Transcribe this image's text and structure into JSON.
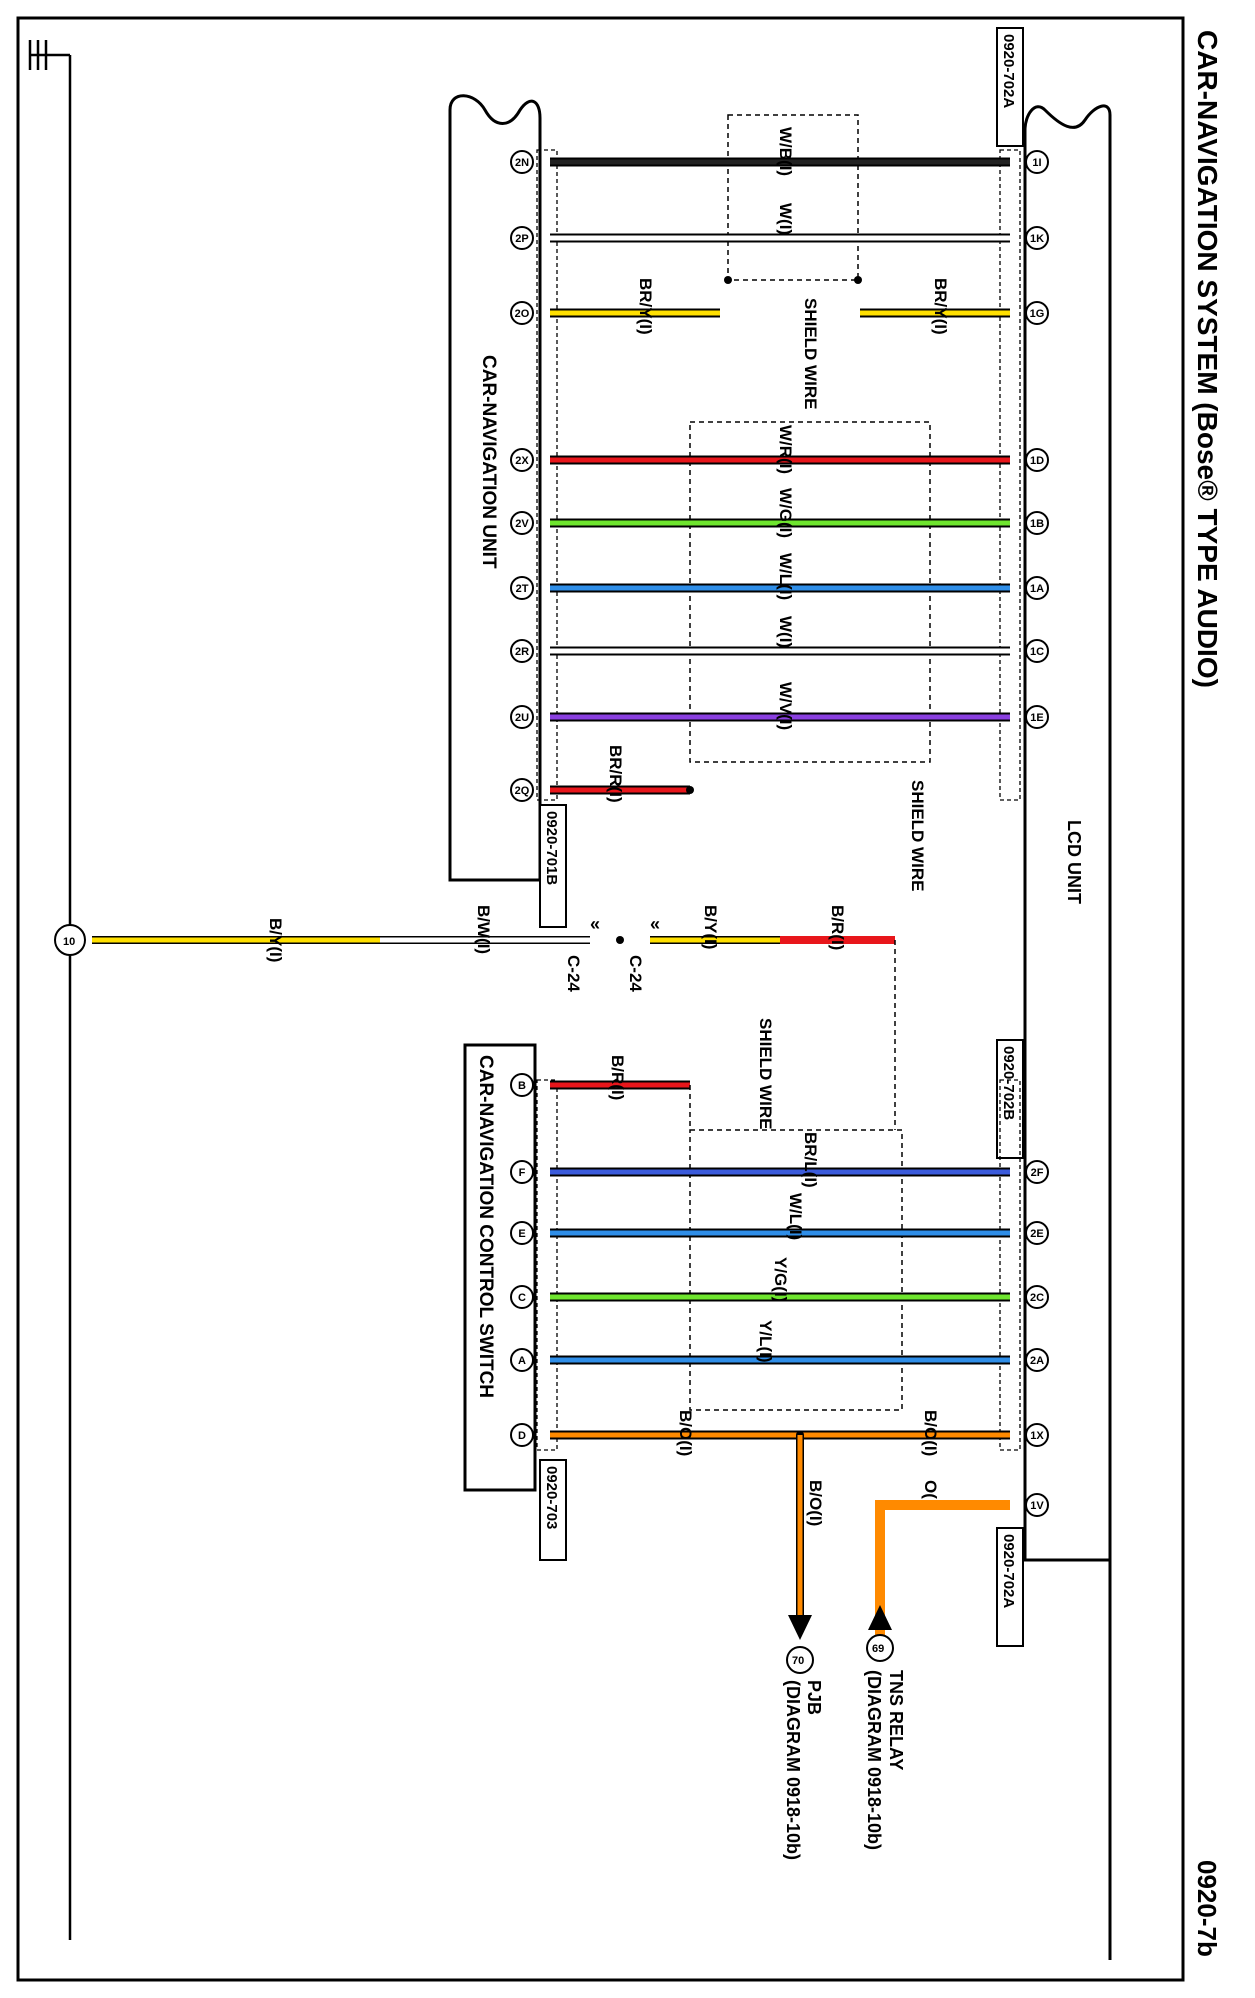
{
  "header": {
    "title": "CAR-NAVIGATION SYSTEM (Bose® TYPE AUDIO)",
    "page_code": "0920-7b"
  },
  "components": {
    "lcd_unit": "LCD UNIT",
    "nav_unit": "CAR-NAVIGATION UNIT",
    "control_switch": "CAR-NAVIGATION CONTROL SWITCH"
  },
  "connectors": {
    "c702a_top": "0920-702A",
    "c702b": "0920-702B",
    "c702a_bottom": "0920-702A",
    "c701b": "0920-701B",
    "c703": "0920-703",
    "c24_a": "C-24",
    "c24_b": "C-24"
  },
  "shield_labels": {
    "s1": "SHIELD WIRE",
    "s2": "SHIELD WIRE",
    "s3": "SHIELD WIRE"
  },
  "ground": {
    "node": "10"
  },
  "wires": [
    {
      "left_pin": "2N",
      "right_pin": "1I",
      "label": "W/B(I)",
      "color": "#222222"
    },
    {
      "left_pin": "2P",
      "right_pin": "1K",
      "label": "W(I)",
      "color": "#ffffff"
    },
    {
      "left_pin": "2O",
      "right_pin": "1G",
      "label_left": "BR/Y(I)",
      "label_right": "BR/Y(I)",
      "color": "#ffe000"
    },
    {
      "left_pin": "2X",
      "right_pin": "1D",
      "label": "W/R(I)",
      "color": "#e8161b"
    },
    {
      "left_pin": "2V",
      "right_pin": "1B",
      "label": "W/G(I)",
      "color": "#6ee52e"
    },
    {
      "left_pin": "2T",
      "right_pin": "1A",
      "label": "W/L(I)",
      "color": "#2f8ee8"
    },
    {
      "left_pin": "2R",
      "right_pin": "1C",
      "label": "W(I)",
      "color": "#ffffff"
    },
    {
      "left_pin": "2U",
      "right_pin": "1E",
      "label": "W/V(I)",
      "color": "#8a3fe0"
    },
    {
      "left_pin": "2Q",
      "label": "BR/R(I)",
      "color": "#e8161b"
    }
  ],
  "ground_wire": {
    "seg1": "B/Y(I)",
    "seg2": "B/W(I)",
    "seg3": "B/Y(I)",
    "seg4": "B/R(I)"
  },
  "switch_wires": [
    {
      "left_pin": "B",
      "label": "B/R(I)",
      "color": "#e8161b"
    },
    {
      "left_pin": "F",
      "right_pin": "2F",
      "label": "BR/L(I)",
      "color": "#3b5bdb"
    },
    {
      "left_pin": "E",
      "right_pin": "2E",
      "label": "W/L(I)",
      "color": "#2f8ee8"
    },
    {
      "left_pin": "C",
      "right_pin": "2C",
      "label": "Y/G(I)",
      "color": "#6ee52e"
    },
    {
      "left_pin": "A",
      "right_pin": "2A",
      "label": "Y/L(I)",
      "color": "#2f8ee8"
    },
    {
      "left_pin": "D",
      "right_pin": "1X",
      "label_left": "B/O(I)",
      "label_right": "B/O(I)",
      "color": "#ff8a00"
    },
    {
      "right_pin": "1V",
      "label": "O(I)",
      "color": "#ff8a00"
    }
  ],
  "outputs": {
    "pjb_wire": "B/O(I)",
    "pjb_node": "70",
    "pjb_name": "PJB",
    "pjb_ref": "(DIAGRAM 0918-10b)",
    "tns_node": "69",
    "tns_name": "TNS RELAY",
    "tns_ref": "(DIAGRAM 0918-10b)"
  }
}
